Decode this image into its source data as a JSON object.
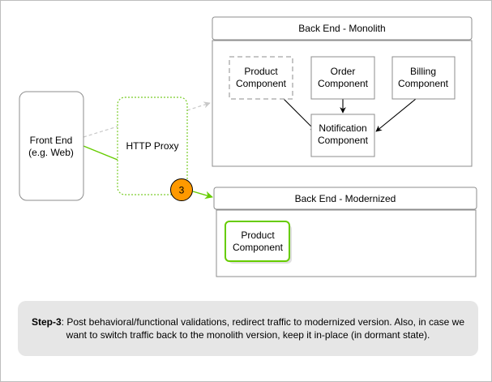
{
  "nodes": {
    "front_end": {
      "line1": "Front End",
      "line2": "(e.g. Web)"
    },
    "http_proxy": {
      "label": "HTTP Proxy"
    },
    "monolith": {
      "title": "Back End - Monolith",
      "product": {
        "line1": "Product",
        "line2": "Component"
      },
      "order": {
        "line1": "Order",
        "line2": "Component"
      },
      "billing": {
        "line1": "Billing",
        "line2": "Component"
      },
      "notification": {
        "line1": "Notification",
        "line2": "Component"
      }
    },
    "modernized": {
      "title": "Back End - Modernized",
      "product": {
        "line1": "Product",
        "line2": "Component"
      }
    },
    "step_marker": "3"
  },
  "note": {
    "step": "Step-3",
    "text": ": Post behavioral/functional validations, redirect traffic to modernized version. Also, in case we want to switch traffic back to the monolith version, keep it in-place (in dormant state)."
  },
  "colors": {
    "border_gray": "#8c8c8c",
    "dashed_gray": "#b3b3b3",
    "active_green": "#66cc00",
    "dashed_green": "#7acc29",
    "marker_orange": "#ff9900",
    "note_bg": "#e6e6e6"
  }
}
